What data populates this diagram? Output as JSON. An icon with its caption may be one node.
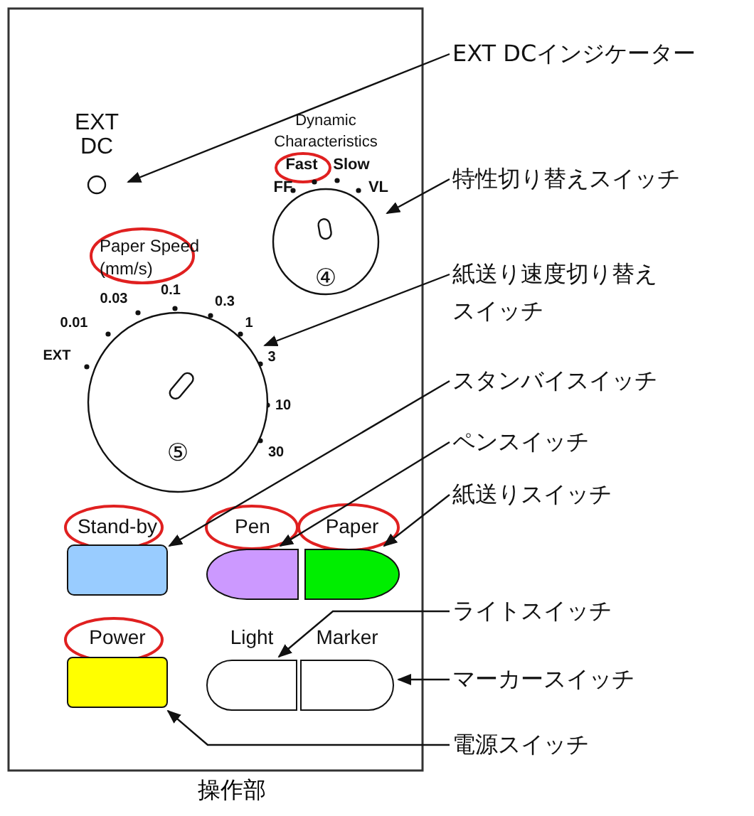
{
  "diagram": {
    "caption": "操作部",
    "nodes": [
      {
        "text": [
          "EXT DCインジケーター"
        ]
      },
      {
        "text": [
          "EXT DC"
        ]
      },
      {
        "text": [
          "特性切り替えスイッチ"
        ]
      },
      {
        "text": [
          "Dynamic Characteristics",
          "④"
        ]
      },
      {
        "text": [
          "紙送り速度切り替えスイッチ"
        ]
      },
      {
        "text": [
          "Paper Speed (mm/s)",
          "⑤"
        ]
      },
      {
        "text": [
          "スタンバイスイッチ"
        ]
      },
      {
        "text": [
          "Stand-by"
        ]
      },
      {
        "text": [
          "ペンスイッチ"
        ]
      },
      {
        "text": [
          "Pen"
        ]
      },
      {
        "text": [
          "紙送りスイッチ"
        ]
      },
      {
        "text": [
          "Paper"
        ]
      },
      {
        "text": [
          "ライトスイッチ"
        ]
      },
      {
        "text": [
          "Light"
        ]
      },
      {
        "text": [
          "マーカースイッチ"
        ]
      },
      {
        "text": [
          "Marker"
        ]
      },
      {
        "text": [
          "電源スイッチ"
        ]
      },
      {
        "text": [
          "Power"
        ]
      }
    ],
    "edges": [
      {
        "from": 0,
        "to": 1,
        "arrow": "to"
      },
      {
        "from": 2,
        "to": 3,
        "arrow": "to"
      },
      {
        "from": 4,
        "to": 5,
        "arrow": "to"
      },
      {
        "from": 6,
        "to": 7,
        "arrow": "to"
      },
      {
        "from": 8,
        "to": 9,
        "arrow": "to"
      },
      {
        "from": 10,
        "to": 11,
        "arrow": "to"
      },
      {
        "from": 12,
        "to": 13,
        "arrow": "to"
      },
      {
        "from": 14,
        "to": 15,
        "arrow": "to"
      },
      {
        "from": 16,
        "to": 17,
        "arrow": "to"
      }
    ],
    "labels": [
      "Fast",
      "Slow",
      "FF",
      "VL",
      "0.1",
      "0.03",
      "0.3",
      "0.01",
      "1",
      "EXT",
      "3",
      "10",
      "30"
    ]
  }
}
